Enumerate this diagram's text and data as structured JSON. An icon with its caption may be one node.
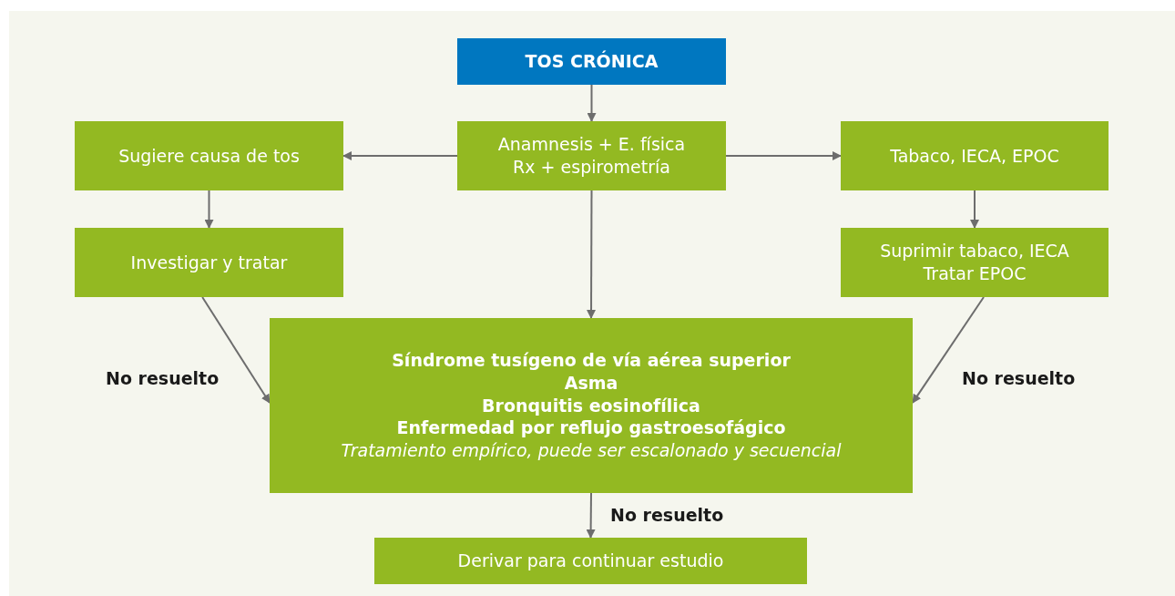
{
  "diagram": {
    "nodes": [
      {
        "text": [
          "TOS CRÓNICA"
        ]
      },
      {
        "text": [
          "Anamnesis + E. física",
          "Rx + espirometría"
        ]
      },
      {
        "text": [
          "Sugiere causa de tos"
        ]
      },
      {
        "text": [
          "Tabaco, IECA, EPOC"
        ]
      },
      {
        "text": [
          "Investigar y tratar"
        ]
      },
      {
        "text": [
          "Suprimir tabaco, IECA",
          "Tratar EPOC"
        ]
      },
      {
        "text": [
          "Síndrome tusígeno de vía aérea superior",
          "Asma",
          "Bronquitis eosinofílica",
          "Enfermedad por reflujo gastroesofágico",
          "Tratamiento empírico, puede ser escalonado y secuencial"
        ]
      },
      {
        "text": [
          "Derivar para continuar estudio"
        ]
      }
    ],
    "edges": [
      {
        "from": 0,
        "to": 1,
        "arrow": "to"
      },
      {
        "from": 1,
        "to": 2,
        "arrow": "to"
      },
      {
        "from": 1,
        "to": 3,
        "arrow": "to"
      },
      {
        "from": 2,
        "to": 4,
        "arrow": "to"
      },
      {
        "from": 3,
        "to": 5,
        "arrow": "to"
      },
      {
        "from": 1,
        "to": 6,
        "arrow": "to"
      },
      {
        "from": 4,
        "to": 6,
        "arrow": "to",
        "label": "No resuelto"
      },
      {
        "from": 5,
        "to": 6,
        "arrow": "to",
        "label": "No resuelto"
      },
      {
        "from": 6,
        "to": 7,
        "arrow": "to",
        "label": "No resuelto"
      }
    ]
  }
}
